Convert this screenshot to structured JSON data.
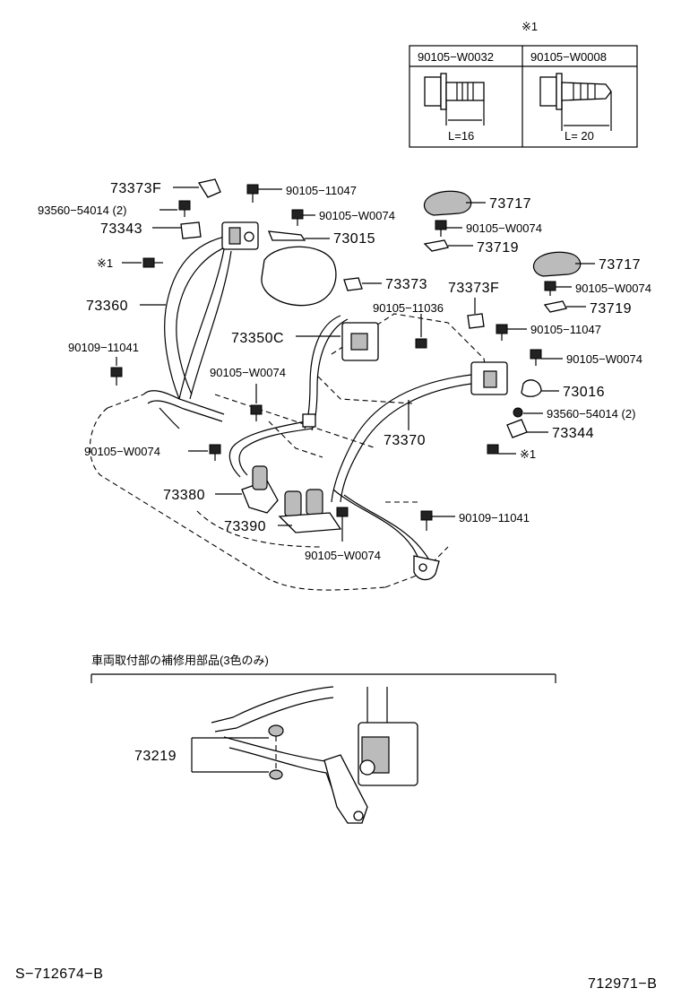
{
  "note_mark": "※1",
  "bolt_table": {
    "left_part": "90105−W0032",
    "left_length": "L=16",
    "right_part": "90105−W0008",
    "right_length": "L= 20"
  },
  "callouts": {
    "c73373F_a": "73373F",
    "c90105_11047_a": "90105−11047",
    "c93560_a": "93560−54014 (2)",
    "c90105_W0074_a": "90105−W0074",
    "c73343": "73343",
    "c73015": "73015",
    "c73717_a": "73717",
    "c90105_W0074_b": "90105−W0074",
    "c73719_a": "73719",
    "c73717_b": "73717",
    "c90105_W0074_c": "90105−W0074",
    "c73719_b": "73719",
    "c_note1_a": "※1",
    "c73360": "73360",
    "c73373": "73373",
    "c73373F_b": "73373F",
    "c90105_11036": "90105−11036",
    "c90105_11047_b": "90105−11047",
    "c90109_11041_a": "90109−11041",
    "c73350C": "73350C",
    "c90105_W0074_d": "90105−W0074",
    "c90105_W0074_e": "90105−W0074",
    "c73016": "73016",
    "c93560_b": "93560−54014 (2)",
    "c73344": "73344",
    "c90105_W0074_f": "90105−W0074",
    "c73370": "73370",
    "c_note1_b": "※1",
    "c73380": "73380",
    "c73390": "73390",
    "c90109_11041_b": "90109−11041",
    "c90105_W0074_g": "90105−W0074"
  },
  "repair_section": {
    "title": "車両取付部の補修用部品(3色のみ)",
    "part": "73219"
  },
  "footer": {
    "left_code": "S−712674−B",
    "right_code": "712971−B"
  }
}
